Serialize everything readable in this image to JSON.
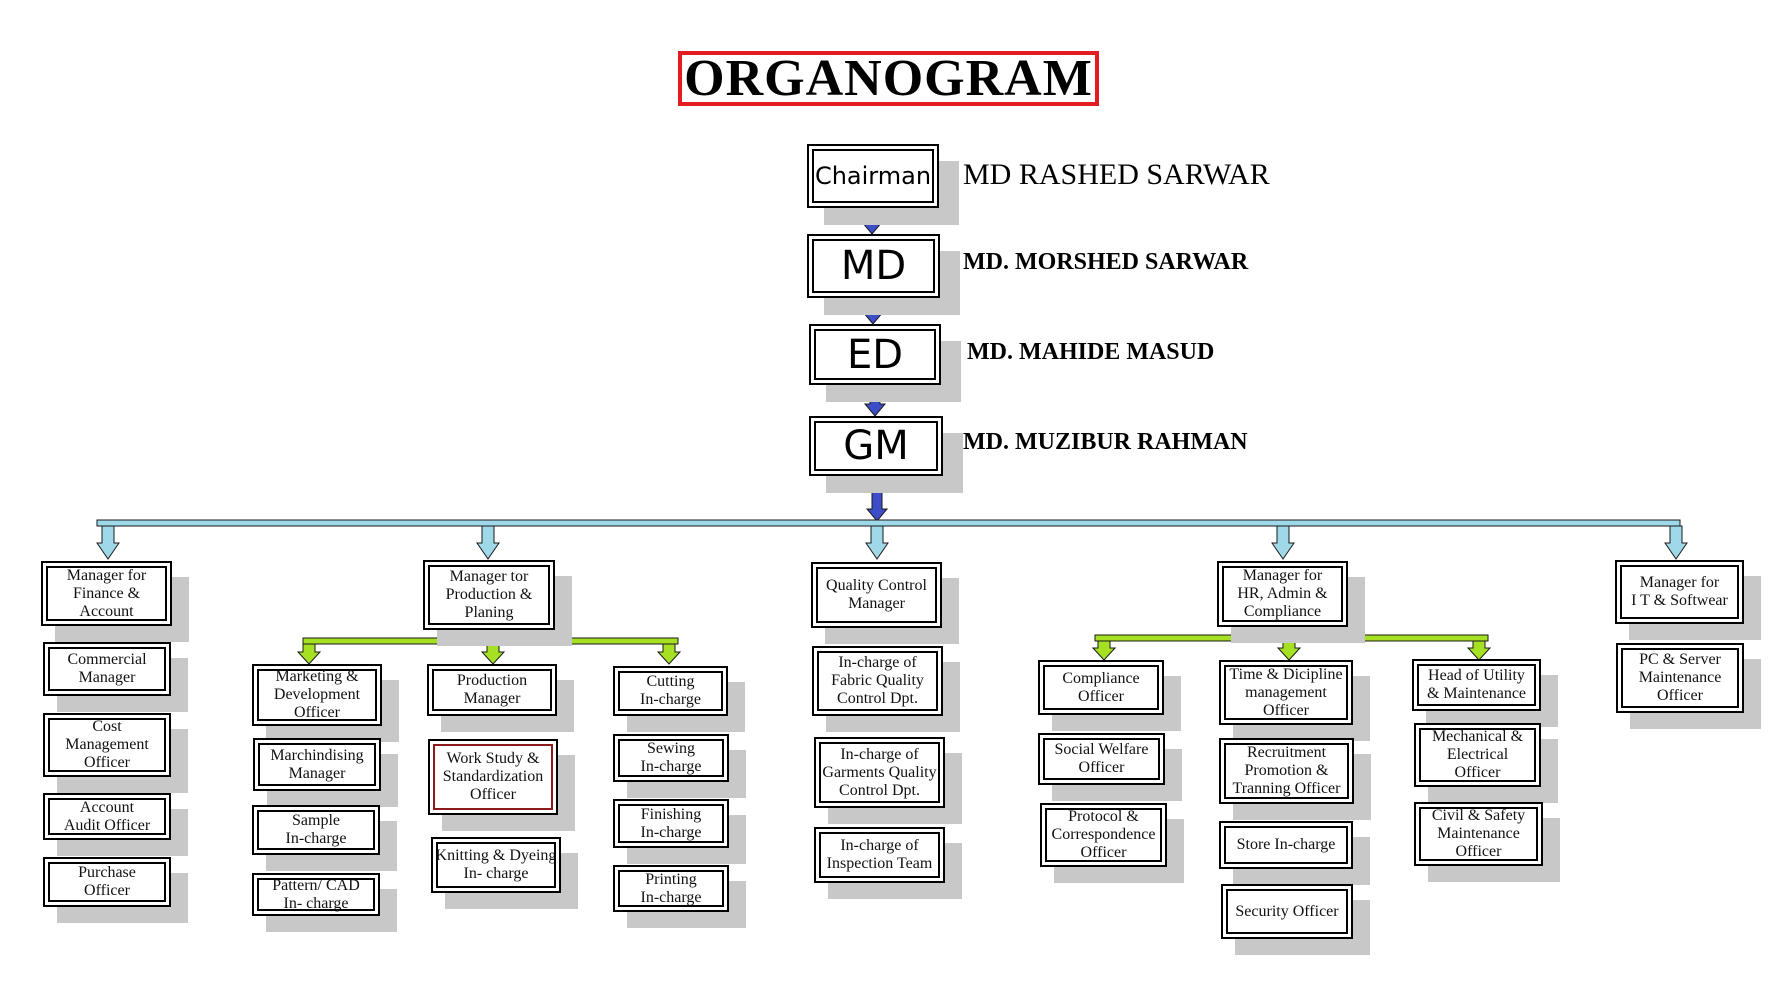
{
  "title": "ORGANOGRAM",
  "colors": {
    "title_border": "#e31b23",
    "exec_arrow": "#3d4cc8",
    "dept_connector": "#9fd8e8",
    "sub_connector": "#a6e022",
    "shadow": "#c8c8c8"
  },
  "executives": [
    {
      "role": "Chairman",
      "name": "MD RASHED SARWAR"
    },
    {
      "role": "MD",
      "name": "MD. MORSHED SARWAR"
    },
    {
      "role": "ED",
      "name": "MD. MAHIDE MASUD"
    },
    {
      "role": "GM",
      "name": "MD. MUZIBUR RAHMAN"
    }
  ],
  "departments": [
    {
      "head": "Manager for\nFinance  &\nAccount",
      "staff": [
        "Commercial\nManager",
        "Cost\nManagement\nOfficer",
        "Account\nAudit Officer",
        "Purchase\nOfficer"
      ]
    },
    {
      "head": "Manager tor\nProduction &\nPlaning",
      "groups": [
        [
          "Marketing &\nDevelopment\nOfficer",
          "Marchindising\nManager",
          "Sample\nIn-charge",
          "Pattern/ CAD\nIn- charge"
        ],
        [
          "Production\nManager",
          "Work Study &\nStandardization\nOfficer",
          "Knitting & Dyeing\nIn- charge"
        ],
        [
          "Cutting\nIn-charge",
          "Sewing\nIn-charge",
          "Finishing\nIn-charge",
          "Printing\nIn-charge"
        ]
      ]
    },
    {
      "head": "Quality Control\nManager",
      "staff": [
        "In-charge of\nFabric Quality\nControl Dpt.",
        "In-charge of\nGarments Quality\nControl Dpt.",
        "In-charge of\nInspection Team"
      ]
    },
    {
      "head": "Manager for\nHR, Admin &\nCompliance",
      "groups": [
        [
          "Compliance\nOfficer",
          "Social Welfare\nOfficer",
          "Protocol  &\nCorrespondence\nOfficer"
        ],
        [
          "Time & Dicipline\nmanagement\nOfficer",
          "Recruitment\nPromotion &\nTranning Officer",
          "Store In-charge",
          "Security Officer"
        ],
        [
          "Head of Utility\n& Maintenance",
          "Mechanical  &\nElectrical\nOfficer",
          "Civil & Safety\nMaintenance\nOfficer"
        ]
      ]
    },
    {
      "head": "Manager for\nI T & Softwear",
      "staff": [
        "PC & Server\nMaintenance\nOfficer"
      ]
    }
  ]
}
